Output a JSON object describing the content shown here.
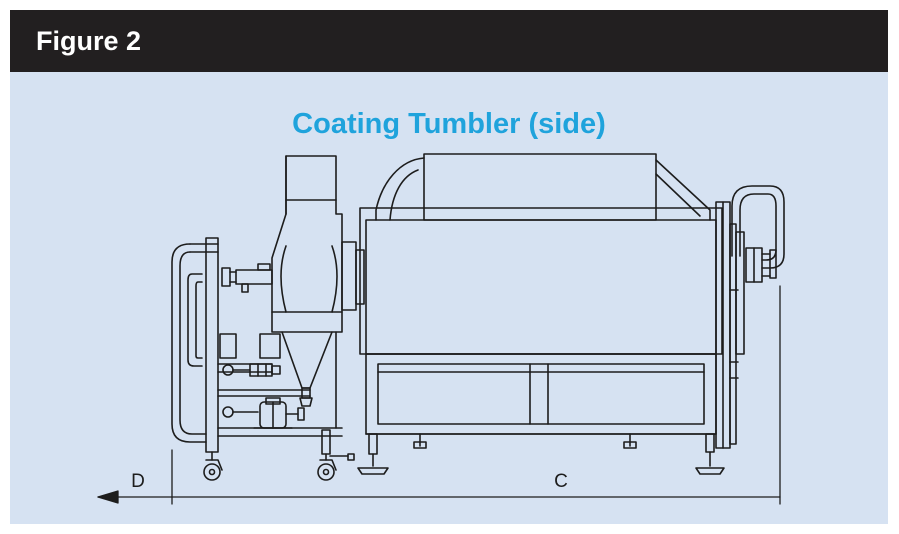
{
  "header": {
    "title": "Figure 2"
  },
  "diagram": {
    "title": "Coating Tumbler (side)",
    "dimensions": {
      "d_label": "D",
      "c_label": "C"
    }
  },
  "colors": {
    "header_bg": "#221f20",
    "panel_bg": "#d6e2f2",
    "title": "#1fa3dc",
    "line": "#1d1d1d"
  }
}
